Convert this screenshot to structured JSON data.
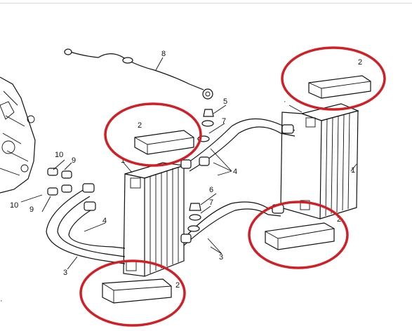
{
  "diagram": {
    "callouts": {
      "c1_left": "1",
      "c1_right": "1",
      "c2_center": "2",
      "c2_top_right": "2",
      "c2_bottom_left": "2",
      "c2_bottom_right": "2",
      "c3_left": "3",
      "c3_right": "3",
      "c4_left": "4",
      "c4_right": "4",
      "c5": "5",
      "c6": "6",
      "c7_top": "7",
      "c7_bottom": "7",
      "c8": "8",
      "c9_top": "9",
      "c9_bottom": "9",
      "c10_top": "10",
      "c10_bottom": "10"
    },
    "highlight_color": "#d21f26"
  }
}
